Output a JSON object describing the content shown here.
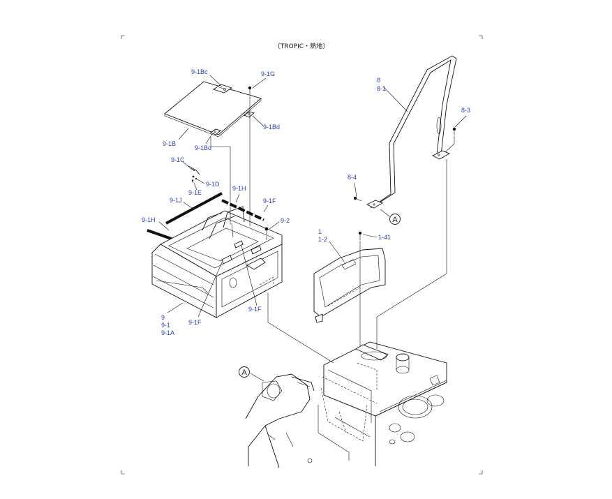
{
  "title": "〔TROPIC・熱地〕",
  "labels": {
    "l_9_1Bc": "9-1Bc",
    "l_9_1G": "9-1G",
    "l_9_1Bd_top": "9-1Bd",
    "l_9_1B": "9-1B",
    "l_9_1Bd_bot": "9-1Bd",
    "l_9_1C": "9-1C",
    "l_9_1D": "9-1D",
    "l_9_1E": "9-1E",
    "l_9_1H_top": "9-1H",
    "l_9_1J": "9-1J",
    "l_9_1F_top": "9-1F",
    "l_9_2": "9-2",
    "l_9_1H_left": "9-1H",
    "l_9": "9",
    "l_9_1": "9-1",
    "l_9_1A": "9-1A",
    "l_9_1F_bot": "9-1F",
    "l_9_1F_mid": "9-1F",
    "l_8": "8",
    "l_8_1": "8-1",
    "l_8_3": "8-3",
    "l_8_4": "8-4",
    "l_1": "1",
    "l_1_2": "1-2",
    "l_1_41": "1-41"
  },
  "ref_markers": {
    "a_right": "A",
    "a_left": "A"
  }
}
